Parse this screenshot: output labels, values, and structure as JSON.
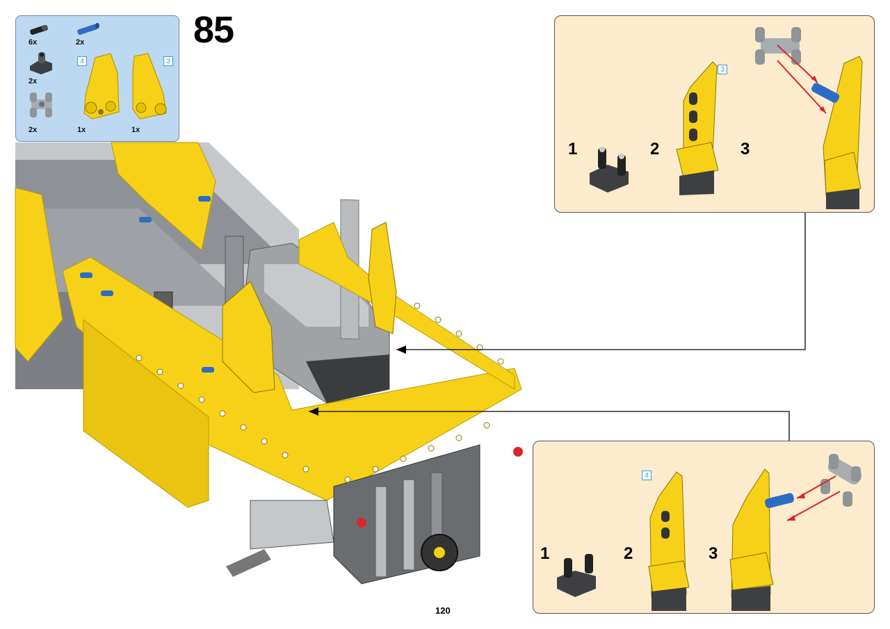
{
  "step": {
    "number": "85"
  },
  "parts_list": {
    "items": [
      {
        "name": "black-connector-peg",
        "qty": "6x"
      },
      {
        "name": "blue-axle-pin",
        "qty": "2x"
      },
      {
        "name": "dark-grey-perpendicular-connector",
        "qty": "2x"
      },
      {
        "name": "light-grey-cross-connector",
        "qty": "2x"
      },
      {
        "name": "yellow-panel-left",
        "qty": "1x",
        "ref": "4"
      },
      {
        "name": "yellow-panel-right",
        "qty": "1x",
        "ref": "3"
      }
    ]
  },
  "subassembly_top": {
    "ref": "3",
    "steps": [
      "1",
      "2",
      "3"
    ]
  },
  "subassembly_bottom": {
    "ref": "4",
    "steps": [
      "1",
      "2",
      "3"
    ]
  },
  "page": {
    "number": "120"
  },
  "colors": {
    "parts_panel_bg": "#bcd9f1",
    "subassembly_bg": "#fdebcd",
    "lego_yellow": "#f7d117",
    "lego_dark_grey": "#5a5d60",
    "lego_light_grey": "#b8bcbf",
    "lego_blue": "#2c6cc4",
    "arrow_red": "#d9262b"
  }
}
